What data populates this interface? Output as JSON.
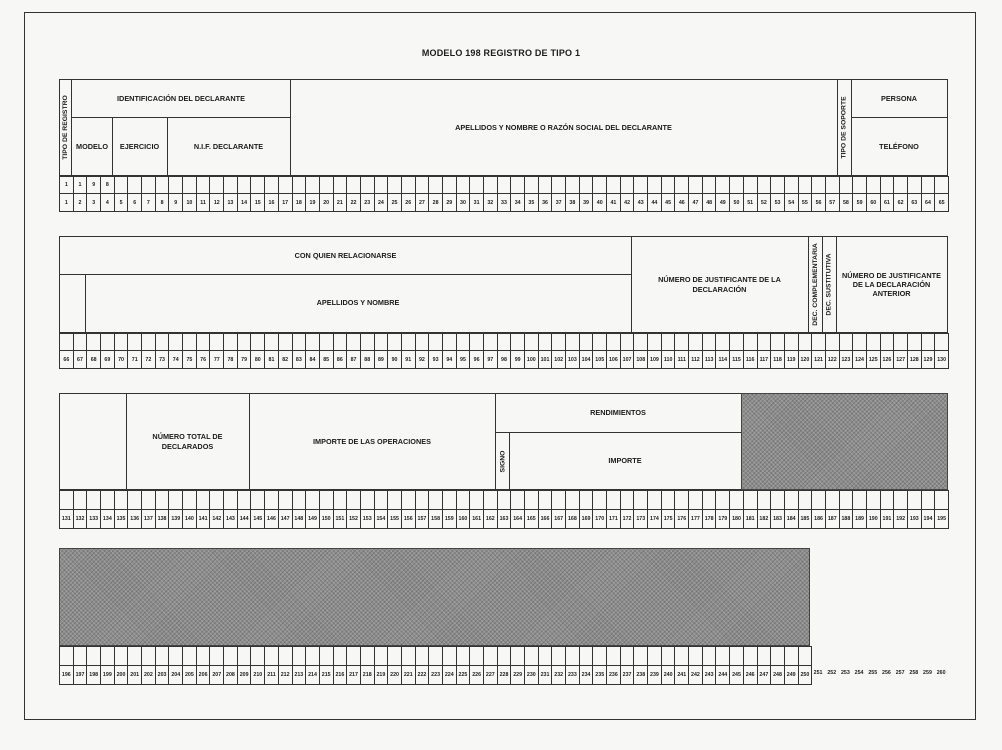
{
  "title": "MODELO 198  REGISTRO DE TIPO 1",
  "block1": {
    "tipo_registro": "TIPO DE REGISTRO",
    "identificacion": "IDENTIFICACIÓN DEL DECLARANTE",
    "modelo": "MODELO",
    "ejercicio": "EJERCICIO",
    "nif": "N.I.F. DECLARANTE",
    "apellidos": "APELLIDOS Y NOMBRE O RAZÓN SOCIAL DEL DECLARANTE",
    "tipo_soporte": "TIPO DE SOPORTE",
    "persona": "PERSONA",
    "telefono": "TELÉFONO",
    "prefill": [
      "1",
      "1",
      "9",
      "8"
    ],
    "start": 1,
    "end": 65
  },
  "block2": {
    "con_quien": "CON QUIEN RELACIONARSE",
    "apellidos_nombre": "APELLIDOS Y NOMBRE",
    "num_justificante": "NÚMERO DE JUSTIFICANTE DE LA DECLARACIÓN",
    "dec_complementaria": "DEC. COMPLEMENTARIA",
    "dec_sustitutiva": "DEC. SUSTITUTIVA",
    "num_justificante_anterior": "NÚMERO DE JUSTIFICANTE DE LA DECLARACIÓN ANTERIOR",
    "start": 66,
    "end": 130
  },
  "block3": {
    "num_total": "NÚMERO TOTAL DE DECLARADOS",
    "importe_operaciones": "IMPORTE DE LAS OPERACIONES",
    "rendimientos": "RENDIMIENTOS",
    "signo": "SIGNO",
    "importe": "IMPORTE",
    "start": 131,
    "end": 195
  },
  "block4": {
    "start": 196,
    "end": 260,
    "boxed_end": 250
  }
}
